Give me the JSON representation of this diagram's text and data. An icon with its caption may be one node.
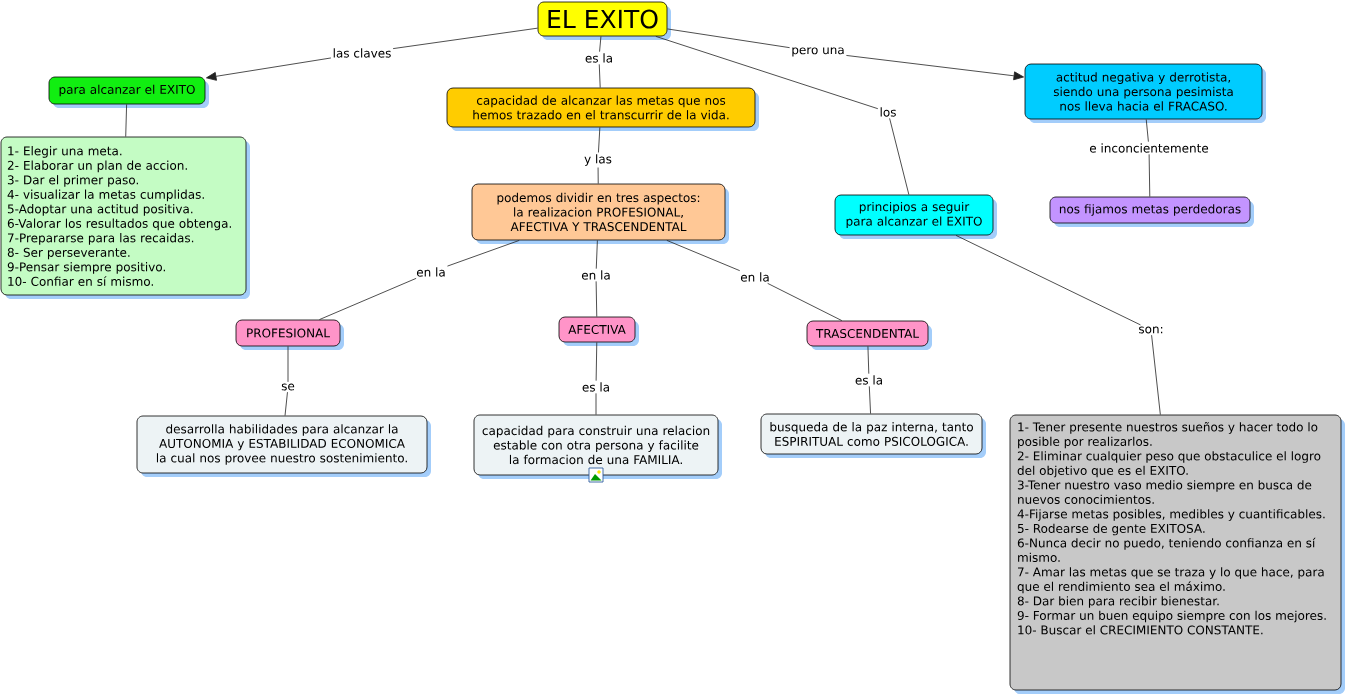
{
  "diagram": {
    "nodes": [
      {
        "text": [
          "EL EXITO"
        ]
      },
      {
        "text": [
          "las claves"
        ]
      },
      {
        "text": [
          "es la"
        ]
      },
      {
        "text": [
          "pero una"
        ]
      },
      {
        "text": [
          "para alcanzar el EXITO"
        ]
      },
      {
        "text": [
          "capacidad de alcanzar las metas que nos hemos trazado en el transcurrir de la vida."
        ]
      },
      {
        "text": [
          "actitud negativa y derrotista, siendo una persona pesimista nos lleva hacia el FRACASO."
        ]
      },
      {
        "text": [
          "los"
        ]
      },
      {
        "text": [
          "1- Elegir una meta.",
          "2- Elaborar un plan de accion.",
          "3- Dar el primer paso.",
          "4- visualizar la metas cumplidas.",
          "5-Adoptar una actitud positiva.",
          "6-Valorar los resultados que obtenga.",
          "7-Prepararse para las recaidas.",
          "8- Ser perseverante.",
          "9-Pensar siempre positivo.",
          "10- Confiar en sí mismo."
        ]
      },
      {
        "text": [
          "y las"
        ]
      },
      {
        "text": [
          "e inconcientemente"
        ]
      },
      {
        "text": [
          "podemos dividir en tres aspectos: la realizacion PROFESIONAL, AFECTIVA Y TRASCENDENTAL"
        ]
      },
      {
        "text": [
          "principios a seguir para alcanzar el EXITO"
        ]
      },
      {
        "text": [
          "nos fijamos metas perdedoras"
        ]
      },
      {
        "text": [
          "en la"
        ]
      },
      {
        "text": [
          "en la"
        ]
      },
      {
        "text": [
          "en la"
        ]
      },
      {
        "text": [
          "PROFESIONAL"
        ]
      },
      {
        "text": [
          "AFECTIVA"
        ]
      },
      {
        "text": [
          "TRASCENDENTAL"
        ]
      },
      {
        "text": [
          "son:"
        ]
      },
      {
        "text": [
          "se"
        ]
      },
      {
        "text": [
          "es la"
        ]
      },
      {
        "text": [
          "es la"
        ]
      },
      {
        "text": [
          "desarrolla habilidades para alcanzar la AUTONOMIA y ESTABILIDAD ECONOMICA la cual nos provee nuestro sostenimiento."
        ]
      },
      {
        "text": [
          "capacidad para construir una relacion estable con otra persona y facilite la formacion de una FAMILIA."
        ]
      },
      {
        "text": [
          "busqueda de la paz interna, tanto ESPIRITUAL como PSICOLOGICA."
        ]
      },
      {
        "text": [
          "1- Tener presente nuestros sueños y hacer todo lo posible por realizarlos.",
          "2- Eliminar cualquier peso que obstaculice el logro del objetivo que es el EXITO.",
          "3-Tener nuestro vaso medio siempre en busca de nuevos conocimientos.",
          "4-Fijarse metas posibles, medibles y cuantificables.",
          "5- Rodearse de gente EXITOSA.",
          "6-Nunca decir no puedo, teniendo confianza en sí mismo.",
          "7- Amar las metas que se traza y lo que hace, para que el rendimiento sea el máximo.",
          "8- Dar bien para recibir bienestar.",
          "9- Formar un buen equipo siempre con los mejores.",
          "10- Buscar el CRECIMIENTO CONSTANTE."
        ]
      }
    ],
    "edges": [
      {
        "from": 0,
        "to": 1,
        "arrow": "none"
      },
      {
        "from": 1,
        "to": 4,
        "arrow": "to"
      },
      {
        "from": 0,
        "to": 2,
        "arrow": "none"
      },
      {
        "from": 2,
        "to": 5,
        "arrow": "none"
      },
      {
        "from": 0,
        "to": 3,
        "arrow": "none"
      },
      {
        "from": 3,
        "to": 6,
        "arrow": "to"
      },
      {
        "from": 0,
        "to": 7,
        "arrow": "none"
      },
      {
        "from": 7,
        "to": 12,
        "arrow": "none"
      },
      {
        "from": 4,
        "to": 8,
        "arrow": "none"
      },
      {
        "from": 5,
        "to": 9,
        "arrow": "none"
      },
      {
        "from": 9,
        "to": 11,
        "arrow": "none"
      },
      {
        "from": 6,
        "to": 10,
        "arrow": "none"
      },
      {
        "from": 10,
        "to": 13,
        "arrow": "none"
      },
      {
        "from": 11,
        "to": 14,
        "arrow": "none"
      },
      {
        "from": 14,
        "to": 17,
        "arrow": "none"
      },
      {
        "from": 11,
        "to": 15,
        "arrow": "none"
      },
      {
        "from": 15,
        "to": 18,
        "arrow": "none"
      },
      {
        "from": 11,
        "to": 16,
        "arrow": "none"
      },
      {
        "from": 16,
        "to": 19,
        "arrow": "none"
      },
      {
        "from": 12,
        "to": 20,
        "arrow": "none"
      },
      {
        "from": 20,
        "to": 27,
        "arrow": "none"
      },
      {
        "from": 17,
        "to": 21,
        "arrow": "none"
      },
      {
        "from": 21,
        "to": 24,
        "arrow": "none"
      },
      {
        "from": 18,
        "to": 22,
        "arrow": "none"
      },
      {
        "from": 22,
        "to": 25,
        "arrow": "none"
      },
      {
        "from": 19,
        "to": 23,
        "arrow": "none"
      },
      {
        "from": 23,
        "to": 26,
        "arrow": "none"
      }
    ]
  }
}
